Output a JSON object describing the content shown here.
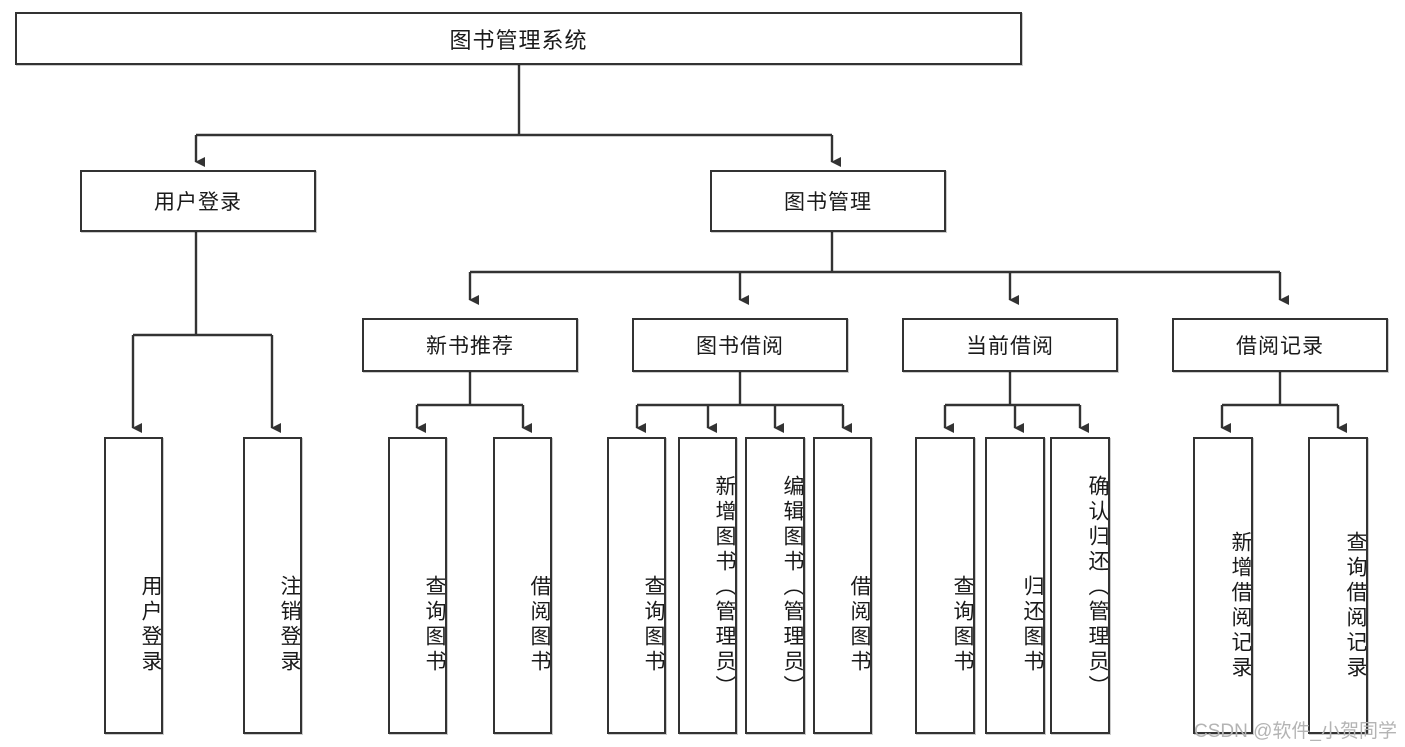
{
  "diagram": {
    "title": "图书管理系统",
    "type": "hierarchy-tree",
    "root": {
      "id": "root",
      "label": "图书管理系统"
    },
    "level2": [
      {
        "id": "user-login",
        "label": "用户登录"
      },
      {
        "id": "book-management",
        "label": "图书管理"
      }
    ],
    "level3": [
      {
        "id": "new-book-recommend",
        "label": "新书推荐",
        "parent": "book-management"
      },
      {
        "id": "book-borrow",
        "label": "图书借阅",
        "parent": "book-management"
      },
      {
        "id": "current-borrow",
        "label": "当前借阅",
        "parent": "book-management"
      },
      {
        "id": "borrow-record",
        "label": "借阅记录",
        "parent": "book-management"
      }
    ],
    "leaves": {
      "user_login": [
        {
          "id": "leaf-user-login",
          "label": "用户登录"
        },
        {
          "id": "leaf-user-logout",
          "label": "注销登录"
        }
      ],
      "new_book_recommend": [
        {
          "id": "leaf-query-book-1",
          "label": "查询图书"
        },
        {
          "id": "leaf-borrow-book-1",
          "label": "借阅图书"
        }
      ],
      "book_borrow": [
        {
          "id": "leaf-query-book-2",
          "label": "查询图书"
        },
        {
          "id": "leaf-add-book",
          "label": "新增图书（管理员）"
        },
        {
          "id": "leaf-edit-book",
          "label": "编辑图书（管理员）"
        },
        {
          "id": "leaf-borrow-book-2",
          "label": "借阅图书"
        }
      ],
      "current_borrow": [
        {
          "id": "leaf-query-book-3",
          "label": "查询图书"
        },
        {
          "id": "leaf-return-book",
          "label": "归还图书"
        },
        {
          "id": "leaf-confirm-return",
          "label": "确认归还（管理员）"
        }
      ],
      "borrow_record": [
        {
          "id": "leaf-add-record",
          "label": "新增借阅记录"
        },
        {
          "id": "leaf-query-record",
          "label": "查询借阅记录"
        }
      ]
    }
  },
  "watermark": {
    "text": "CSDN @软件_小贺同学"
  },
  "colors": {
    "stroke": "#333333",
    "box_fill": "#ffffff",
    "text": "#1a1a1a",
    "watermark": "#b4b4b4",
    "background": "#ffffff"
  }
}
